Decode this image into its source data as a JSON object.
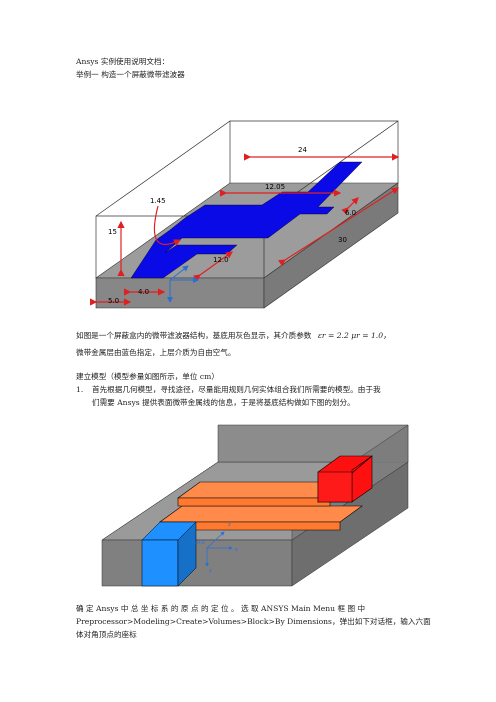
{
  "doc": {
    "title_line1": "Ansys 实例使用说明文档：",
    "title_line2": "举例一 构造一个屏蔽微带滤波器",
    "para1": "如图是一个屏蔽盒内的微带滤波器结构，基底用灰色显示，其介质参数",
    "para1_math": "εr = 2.2    μr = 1.0，",
    "para1_line2": "微带金属层由蓝色指定，上层介质为自由空气。",
    "section": "建立模型（模型参量如图所示，单位 cm）",
    "step1_num": "1.",
    "step1_line1": "首先根据几何模型，寻找途径，尽量能用规则几何实体组合我们所需要的模型。由于我",
    "step1_line2": "们需要 Ansys 提供表面微带金属线的信息，于是将基底结构做如下图的划分。",
    "para3_line1": "确 定 Ansys 中 总 坐 标 系 的 原 点 的 定 位 。 选 取 ANSYS Main Menu 框 图 中",
    "para3_line2": "Preprocessor>Modeling>Create>Volumes>Block>By Dimensions，弹出如下对话框，输入六面",
    "para3_line3": "体对角顶点的座标"
  },
  "figure1": {
    "dimensions": {
      "d24": "24",
      "d12_05": "12.05",
      "d1_45": "1.45",
      "d6_0_right": "6.0",
      "d30": "30",
      "d15": "15",
      "d12_0": "12.0",
      "d4_0": "4.0",
      "d5_0": "5.0"
    },
    "colors": {
      "substrate": "#8c8c8c",
      "strip": "#0a0ae6",
      "dim": "#e02020"
    }
  },
  "figure2": {
    "labels": {
      "y": "y",
      "x": "x",
      "z": "z",
      "origin": "0.0.0"
    },
    "colors": {
      "orange": "#ff8a4a",
      "red": "#ff1010",
      "blue": "#1e90ff",
      "grey": "#888888"
    }
  }
}
